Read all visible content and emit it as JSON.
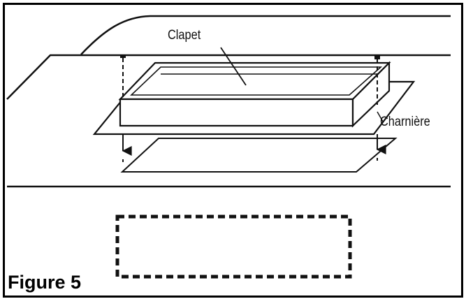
{
  "labels": {
    "flap": "Clapet",
    "hinge": "Charnière"
  },
  "caption": "Figure 5",
  "colors": {
    "line": "#111111",
    "background": "#ffffff"
  }
}
